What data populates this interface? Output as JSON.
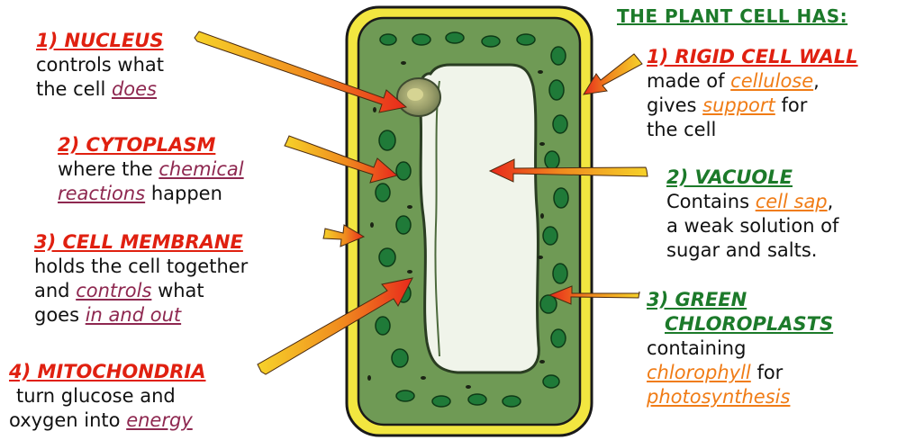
{
  "title": "THE PLANT CELL HAS:",
  "left_labels": {
    "nucleus": {
      "heading": "1) NUCLEUS",
      "line1": "controls what",
      "line2_pre": "the cell ",
      "line2_hl": "does"
    },
    "cytoplasm": {
      "heading": "2) CYTOPLASM",
      "line1_pre": "where the ",
      "line1_hl": "chemical",
      "line2_hl": "reactions",
      "line2_post": " happen"
    },
    "membrane": {
      "heading": "3) CELL MEMBRANE",
      "line1": "holds the cell together",
      "line2_pre": "and ",
      "line2_hl": "controls",
      "line2_post": " what",
      "line3_pre": "goes ",
      "line3_hl": "in and out"
    },
    "mitochondria": {
      "heading": "4) MITOCHONDRIA",
      "line1": "turn glucose and",
      "line2_pre": "oxygen into ",
      "line2_hl": "energy"
    }
  },
  "right_labels": {
    "cell_wall": {
      "heading": "1) RIGID CELL WALL",
      "line1_pre": "made of ",
      "line1_hl": "cellulose",
      "line1_post": ",",
      "line2_pre": "gives ",
      "line2_hl": "support",
      "line2_post": " for",
      "line3": "the cell"
    },
    "vacuole": {
      "heading": "2) VACUOLE",
      "line1_pre": "Contains ",
      "line1_hl": "cell sap",
      "line1_post": ",",
      "line2": "a weak solution of",
      "line3": "sugar and salts."
    },
    "chloroplasts": {
      "heading_line1": "3) GREEN",
      "heading_line2": "CHLOROPLASTS",
      "line1": "containing",
      "line2_hl": "chlorophyll",
      "line2_post": " for",
      "line3_hl": "photosynthesis"
    }
  },
  "colors": {
    "cell_wall": "#f2e640",
    "cytoplasm": "#6f9a55",
    "vacuole": "#f0f4ea",
    "chloroplast": "#1f7a38",
    "arrow_red": "#e8291c",
    "arrow_yellow": "#f4c21c",
    "heading_red": "#e02010",
    "heading_green": "#1c7a2a",
    "highlight_purple": "#8e2850",
    "highlight_orange": "#f07c16"
  }
}
